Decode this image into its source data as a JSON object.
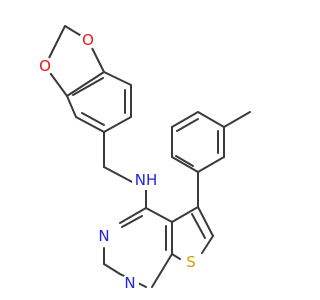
{
  "colors": {
    "bond": "#3a3a3a",
    "oxygen": "#e8161b",
    "nitrogen": "#2222e0",
    "sulfur": "#c9a400",
    "carbon": "#3a3a3a"
  },
  "atoms": {
    "o_top": "O",
    "o_left": "O",
    "nh": "NH",
    "n_pyrimidine_upper": "N",
    "n_pyrimidine_lower": "N",
    "s_thiophene": "S"
  }
}
